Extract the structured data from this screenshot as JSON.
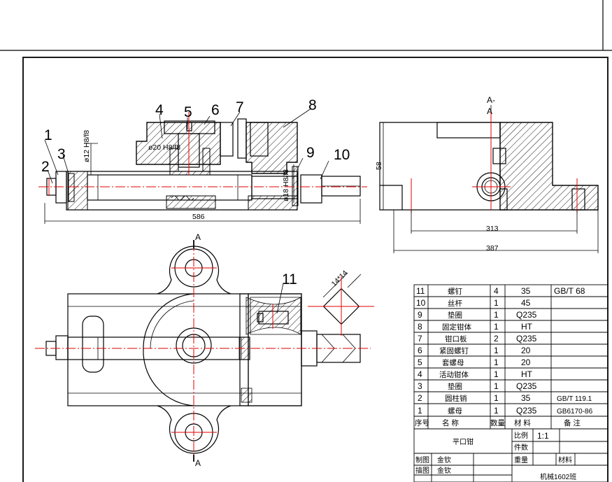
{
  "part_labels": [
    "1",
    "2",
    "3",
    "4",
    "5",
    "6",
    "7",
    "8",
    "9",
    "10",
    "11"
  ],
  "dimensions": {
    "overall_length": "586",
    "side_height": "58",
    "inner_width": "313",
    "side_width": "387",
    "fit_bolt": "ø20 H8/f8",
    "fit_left_shaft": "ø12 H8/f8",
    "fit_right_shaft": "ø18 H8/f8",
    "square": "14*14"
  },
  "section_marks": {
    "side_top": "A-",
    "side_second": "A",
    "plan_top": "A",
    "plan_bottom": "A"
  },
  "bom": {
    "rows": [
      {
        "no": "11",
        "name": "螺钉",
        "qty": "4",
        "material": "35",
        "note": "GB/T 68"
      },
      {
        "no": "10",
        "name": "丝杆",
        "qty": "1",
        "material": "45",
        "note": ""
      },
      {
        "no": "9",
        "name": "垫圈",
        "qty": "1",
        "material": "Q235",
        "note": ""
      },
      {
        "no": "8",
        "name": "固定钳体",
        "qty": "1",
        "material": "HT",
        "note": ""
      },
      {
        "no": "7",
        "name": "钳口板",
        "qty": "2",
        "material": "Q235",
        "note": ""
      },
      {
        "no": "6",
        "name": "紧固螺钉",
        "qty": "1",
        "material": "20",
        "note": ""
      },
      {
        "no": "5",
        "name": "套螺母",
        "qty": "1",
        "material": "20",
        "note": ""
      },
      {
        "no": "4",
        "name": "活动钳体",
        "qty": "1",
        "material": "HT",
        "note": ""
      },
      {
        "no": "3",
        "name": "垫圈",
        "qty": "1",
        "material": "Q235",
        "note": ""
      },
      {
        "no": "2",
        "name": "圆柱销",
        "qty": "1",
        "material": "35",
        "note": "GB/T 119.1"
      },
      {
        "no": "1",
        "name": "螺母",
        "qty": "1",
        "material": "Q235",
        "note": "GB6170-86"
      }
    ],
    "header": {
      "no": "序号",
      "name": "名    称",
      "qty": "数量",
      "material": "材    料",
      "note": "备    注"
    }
  },
  "title_block": {
    "assembly_name": "平口钳",
    "scale_label": "比例",
    "scale_value": "1:1",
    "count_label": "件数",
    "weight_label": "重量",
    "material_label": "材料",
    "drawn_label": "制图",
    "drawn_by": "金钦",
    "traced_label": "描图",
    "traced_by": "金钦",
    "class_name": "机械1602班"
  },
  "colors": {
    "line": "#000000",
    "centerline": "#e00000"
  }
}
